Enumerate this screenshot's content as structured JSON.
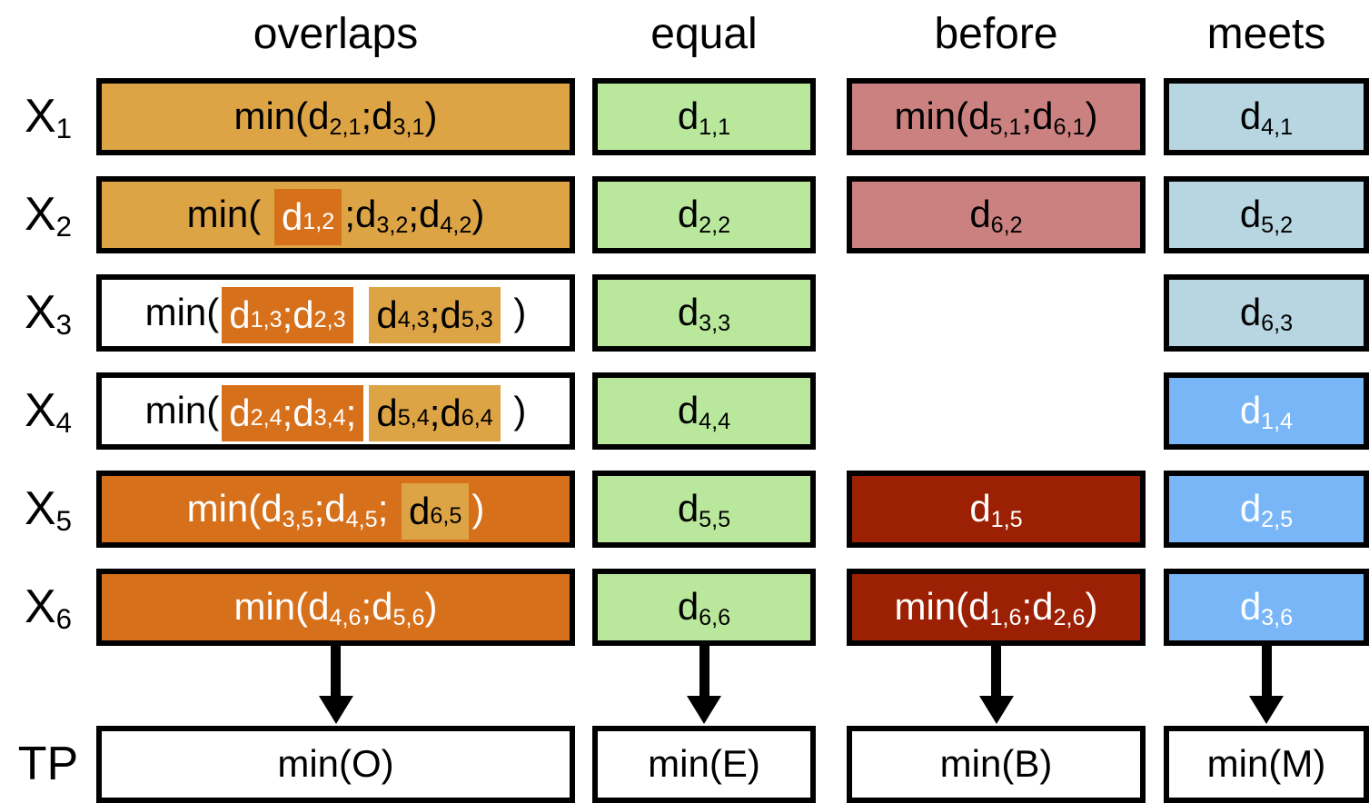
{
  "colors": {
    "light_orange": "#dda446",
    "dark_orange": "#d7701b",
    "green": "#b9e89d",
    "pink_red": "#cb8180",
    "dark_red": "#9c2104",
    "light_blue": "#b8d6e2",
    "medium_blue": "#79b6f7",
    "white": "#ffffff",
    "black": "#000000"
  },
  "columns": [
    {
      "id": "overlaps",
      "header": "overlaps",
      "tp_text": "min(O)"
    },
    {
      "id": "equal",
      "header": "equal",
      "tp_text": "min(E)"
    },
    {
      "id": "before",
      "header": "before",
      "tp_text": "min(B)"
    },
    {
      "id": "meets",
      "header": "meets",
      "tp_text": "min(M)"
    }
  ],
  "tp_label": "TP",
  "rows": [
    {
      "label": "X_{1}",
      "cells": {
        "overlaps": {
          "bg": "light_orange",
          "fg": "black",
          "segments": [
            {
              "text": "min(d_{2,1};d_{3,1})"
            }
          ]
        },
        "equal": {
          "bg": "green",
          "fg": "black",
          "segments": [
            {
              "text": "d_{1,1}"
            }
          ]
        },
        "before": {
          "bg": "pink_red",
          "fg": "black",
          "segments": [
            {
              "text": "min(d_{5,1};d_{6,1})"
            }
          ]
        },
        "meets": {
          "bg": "light_blue",
          "fg": "black",
          "segments": [
            {
              "text": "d_{4,1}"
            }
          ]
        }
      }
    },
    {
      "label": "X_{2}",
      "cells": {
        "overlaps": {
          "bg": "light_orange",
          "fg": "black",
          "segments": [
            {
              "text": "min( "
            },
            {
              "text": "d_{1,2}",
              "chip_bg": "dark_orange",
              "fg": "white"
            },
            {
              "text": ";d_{3,2};d_{4,2})"
            }
          ]
        },
        "equal": {
          "bg": "green",
          "fg": "black",
          "segments": [
            {
              "text": "d_{2,2}"
            }
          ]
        },
        "before": {
          "bg": "pink_red",
          "fg": "black",
          "segments": [
            {
              "text": "d_{6,2}"
            }
          ]
        },
        "meets": {
          "bg": "light_blue",
          "fg": "black",
          "segments": [
            {
              "text": "d_{5,2}"
            }
          ]
        }
      }
    },
    {
      "label": "X_{3}",
      "cells": {
        "overlaps": {
          "bg": "white",
          "fg": "black",
          "segments": [
            {
              "text": "min("
            },
            {
              "text": "d_{1,3};d_{2,3}",
              "chip_bg": "dark_orange",
              "fg": "white"
            },
            {
              "text": " "
            },
            {
              "text": "d_{4,3};d_{5,3}",
              "chip_bg": "light_orange",
              "fg": "black"
            },
            {
              "text": " )"
            }
          ]
        },
        "equal": {
          "bg": "green",
          "fg": "black",
          "segments": [
            {
              "text": "d_{3,3}"
            }
          ]
        },
        "before": null,
        "meets": {
          "bg": "light_blue",
          "fg": "black",
          "segments": [
            {
              "text": "d_{6,3}"
            }
          ]
        }
      }
    },
    {
      "label": "X_{4}",
      "cells": {
        "overlaps": {
          "bg": "white",
          "fg": "black",
          "segments": [
            {
              "text": "min("
            },
            {
              "text": "d_{2,4};d_{3,4};",
              "chip_bg": "dark_orange",
              "fg": "white"
            },
            {
              "text": "d_{5,4};d_{6,4}",
              "chip_bg": "light_orange",
              "fg": "black"
            },
            {
              "text": " )"
            }
          ]
        },
        "equal": {
          "bg": "green",
          "fg": "black",
          "segments": [
            {
              "text": "d_{4,4}"
            }
          ]
        },
        "before": null,
        "meets": {
          "bg": "medium_blue",
          "fg": "white",
          "segments": [
            {
              "text": "d_{1,4}"
            }
          ]
        }
      }
    },
    {
      "label": "X_{5}",
      "cells": {
        "overlaps": {
          "bg": "dark_orange",
          "fg": "white",
          "segments": [
            {
              "text": "min(d_{3,5};d_{4,5}; "
            },
            {
              "text": "d_{6,5}",
              "chip_bg": "light_orange",
              "fg": "black"
            },
            {
              "text": ")"
            }
          ]
        },
        "equal": {
          "bg": "green",
          "fg": "black",
          "segments": [
            {
              "text": "d_{5,5}"
            }
          ]
        },
        "before": {
          "bg": "dark_red",
          "fg": "white",
          "segments": [
            {
              "text": "d_{1,5}"
            }
          ]
        },
        "meets": {
          "bg": "medium_blue",
          "fg": "white",
          "segments": [
            {
              "text": "d_{2,5}"
            }
          ]
        }
      }
    },
    {
      "label": "X_{6}",
      "cells": {
        "overlaps": {
          "bg": "dark_orange",
          "fg": "white",
          "segments": [
            {
              "text": "min(d_{4,6};d_{5,6})"
            }
          ]
        },
        "equal": {
          "bg": "green",
          "fg": "black",
          "segments": [
            {
              "text": "d_{6,6}"
            }
          ]
        },
        "before": {
          "bg": "dark_red",
          "fg": "white",
          "segments": [
            {
              "text": "min(d_{1,6};d_{2,6})"
            }
          ]
        },
        "meets": {
          "bg": "medium_blue",
          "fg": "white",
          "segments": [
            {
              "text": "d_{3,6}"
            }
          ]
        }
      }
    }
  ]
}
